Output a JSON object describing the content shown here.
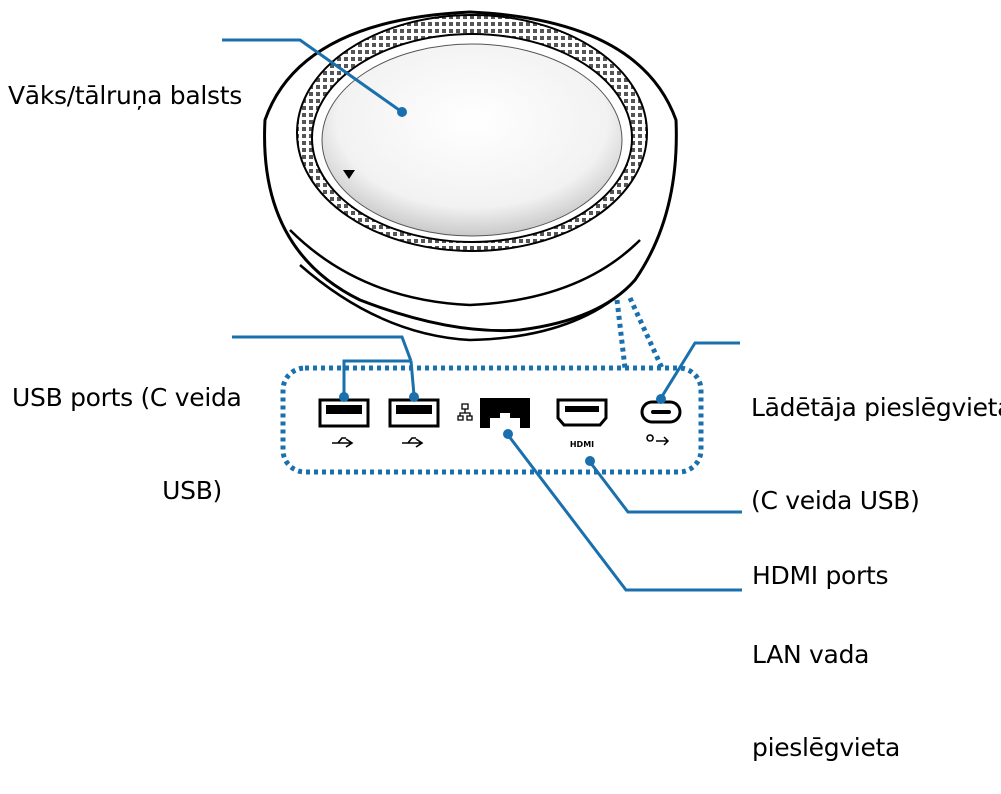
{
  "labels": {
    "cover": [
      "Vāks/tālruņa balsts"
    ],
    "usb": [
      "USB ports (C veida",
      "USB)"
    ],
    "charger": [
      "Lādētāja pieslēgvieta",
      "(C veida USB)"
    ],
    "hdmi": [
      "HDMI ports"
    ],
    "lan": [
      "LAN vada",
      "pieslēgvieta"
    ]
  },
  "port_marks": {
    "hdmi": "HDMI"
  },
  "colors": {
    "callout": "#1a6fad",
    "outline": "#000000"
  }
}
